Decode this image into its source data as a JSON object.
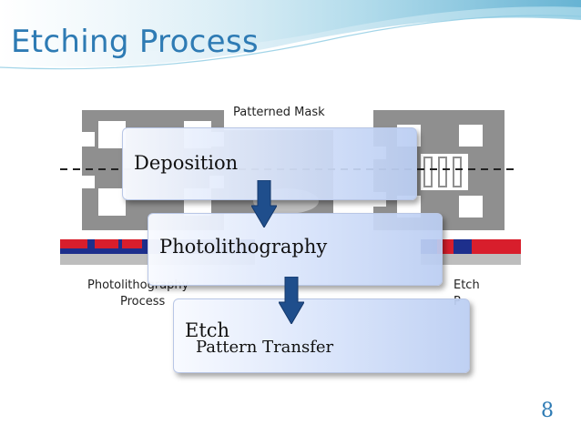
{
  "slide": {
    "title": "Etching Process",
    "page_number": "8"
  },
  "background_image": {
    "top_label": "Patterned Mask",
    "left_label_line1": "Photolithography",
    "left_label_line2": "Process",
    "right_label_line1": "Etch",
    "right_label_line2": "P"
  },
  "flow": {
    "steps": [
      {
        "label": "Deposition"
      },
      {
        "label": "Photolithography"
      },
      {
        "label": "Etch"
      }
    ],
    "sub_label": "Pattern Transfer"
  },
  "colors": {
    "title": "#2e7bb4",
    "arrow": "#1f4e8c",
    "metal_red": "#d81e2c",
    "metal_blue": "#1d2f8c",
    "substrate": "#9a9a9a"
  }
}
